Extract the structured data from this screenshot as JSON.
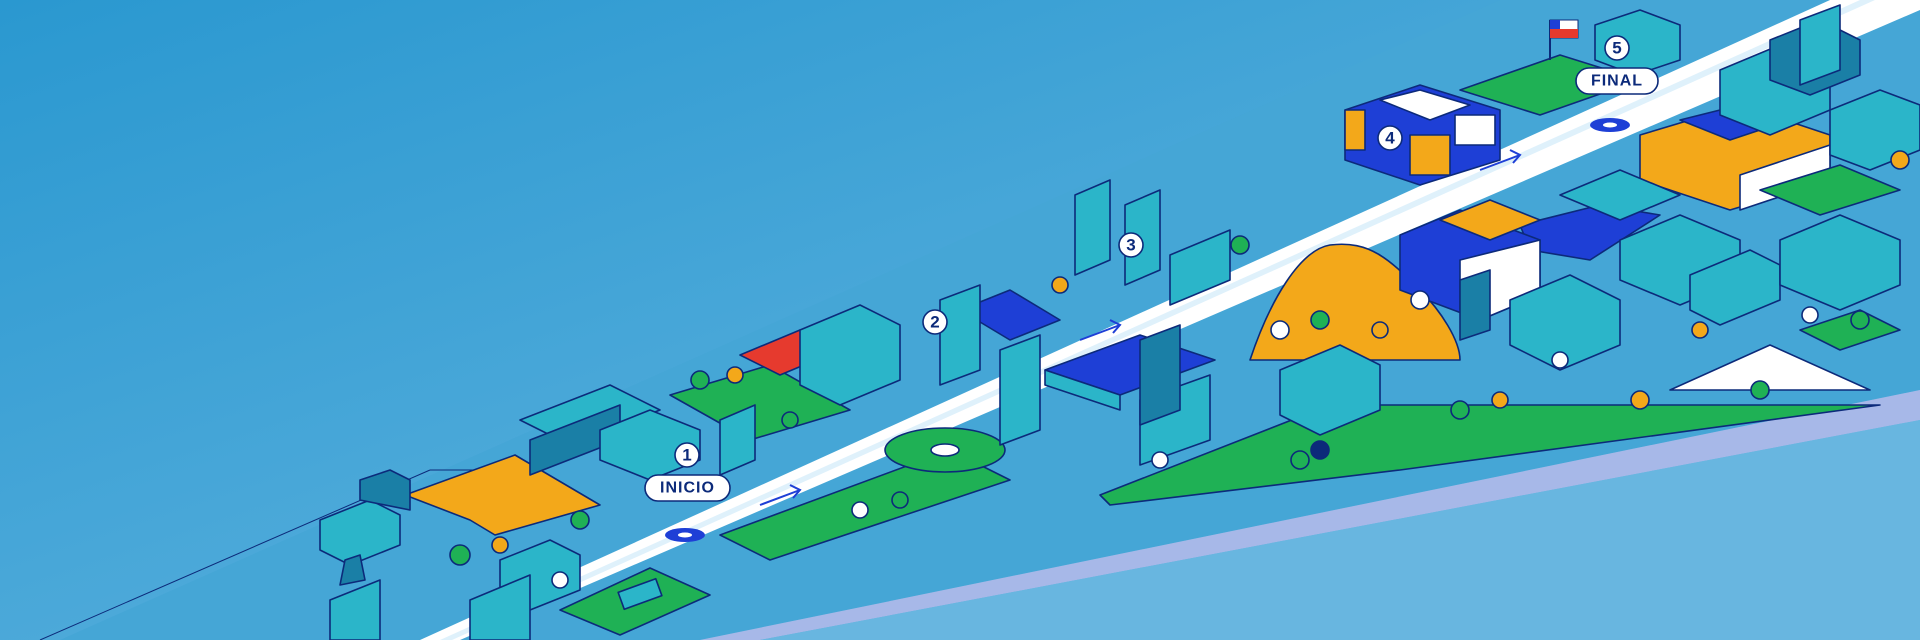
{
  "map": {
    "colors": {
      "sky": "#2e9bd3",
      "ground": "#4aa8d8",
      "road": "#ffffff",
      "park": "#1fb155",
      "plaza_yellow": "#f3a81a",
      "building": "#2bb5c9",
      "building_dark": "#1a7fa6",
      "accent_blue": "#1e3fd6",
      "river": "#a7b8e8",
      "outline": "#0c2a7a",
      "red": "#e63a2e"
    },
    "markers": [
      {
        "number": "1",
        "label": "INICIO"
      },
      {
        "number": "2",
        "label": ""
      },
      {
        "number": "3",
        "label": ""
      },
      {
        "number": "4",
        "label": ""
      },
      {
        "number": "5",
        "label": "FINAL"
      }
    ]
  }
}
